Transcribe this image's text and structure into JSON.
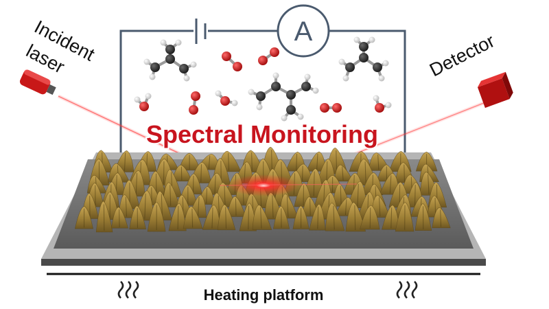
{
  "labels": {
    "incident_line1": "Incident",
    "incident_line2": "laser",
    "detector": "Detector",
    "ammeter": "A",
    "title": "Spectral Monitoring",
    "platform": "Heating platform"
  },
  "colors": {
    "circuit_wire": "#4a5a6e",
    "title_red": "#c8141e",
    "laser_red": "#e01818",
    "oxygen_red": "#cc1a1a",
    "carbon_dark": "#2f2f2f",
    "hydrogen_white": "#f2f2f2",
    "film_gold": "#a88a3c",
    "substrate_gray": "#7a7a7a"
  },
  "icons": {
    "laser": "laser-pointer-icon",
    "detector": "detector-box-icon",
    "heat_left": "heat-wave-icon",
    "heat_right": "heat-wave-icon"
  }
}
